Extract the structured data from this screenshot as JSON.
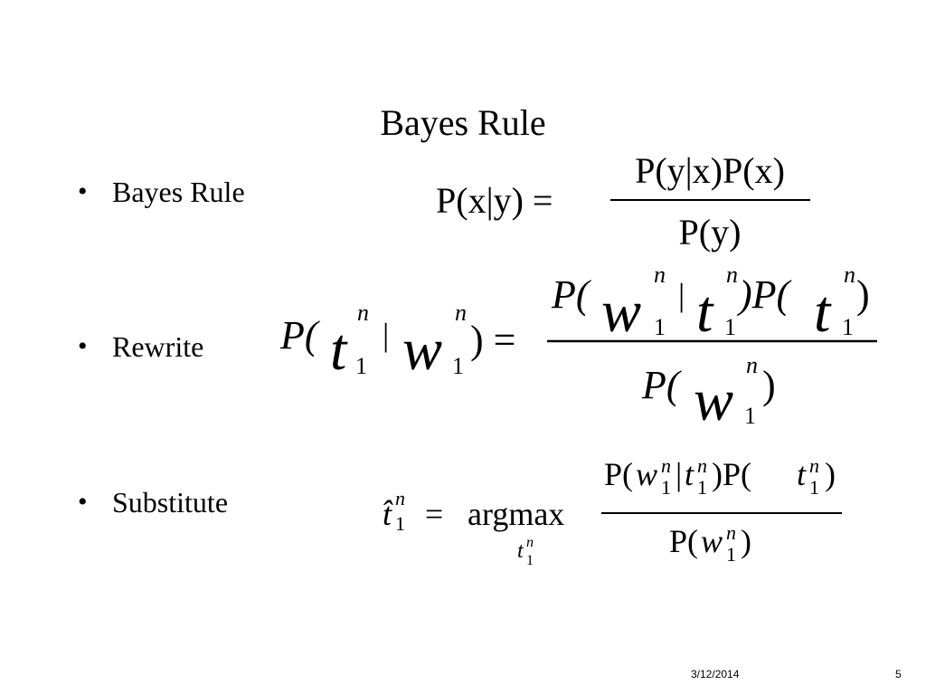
{
  "slide": {
    "title": "Bayes Rule",
    "bullets": [
      {
        "label": "Bayes Rule"
      },
      {
        "label": "Rewrite"
      },
      {
        "label": "Substitute"
      }
    ],
    "bullet_glyph": "•",
    "footer": {
      "date": "3/12/2014",
      "page": "5"
    }
  },
  "formulas": {
    "bayes": {
      "lhs": "P(x|y) =",
      "numerator": "P(y|x)P(x)",
      "denominator": "P(y)"
    },
    "rewrite": {
      "lhs_open": "P(",
      "lhs_bar": "|",
      "lhs_close": ") =",
      "num_open": "P(",
      "num_bar": "|",
      "num_mid": ")P(",
      "num_close": ")",
      "den_open": "P(",
      "den_close": ")",
      "t": "t",
      "w": "w",
      "sup": "n",
      "sub": "1"
    },
    "substitute": {
      "hat_t": "t̂",
      "sup": "n",
      "sub": "1",
      "equals": "=",
      "argmax": "argmax",
      "under_t": "t",
      "num_p": "P(",
      "num_w": "w",
      "num_bar": "|",
      "num_t": "t",
      "num_mid": ")P(",
      "num_t2": "t",
      "num_close": ")",
      "den_p": "P(",
      "den_w": "w",
      "den_close": ")"
    }
  }
}
